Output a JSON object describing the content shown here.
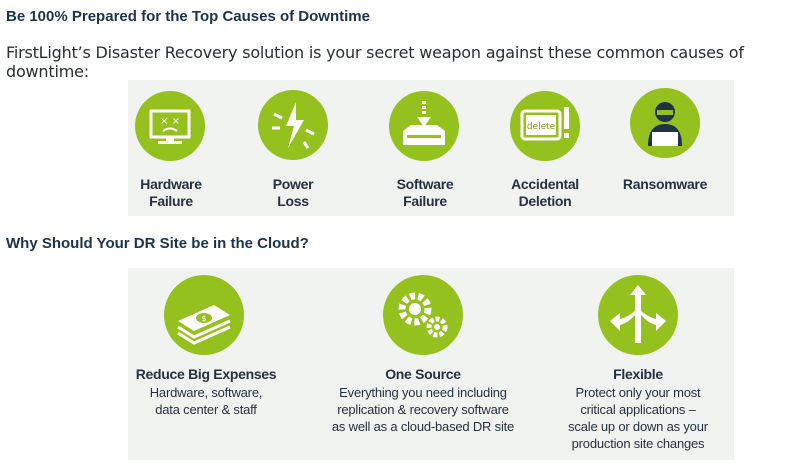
{
  "section1": {
    "title": "Be 100% Prepared for the Top Causes of Downtime",
    "intro": "FirstLight’s Disaster Recovery solution is your secret weapon against these common causes of downtime:",
    "causes": [
      {
        "line1": "Hardware",
        "line2": "Failure",
        "icon": "broken-monitor-icon"
      },
      {
        "line1": "Power",
        "line2": "Loss",
        "icon": "power-lightning-icon"
      },
      {
        "line1": "Software",
        "line2": "Failure",
        "icon": "software-install-icon"
      },
      {
        "line1": "Accidental",
        "line2": "Deletion",
        "icon": "delete-screen-icon",
        "icon_text": "delete"
      },
      {
        "line1": "Ransomware",
        "line2": "",
        "icon": "hacker-icon"
      }
    ]
  },
  "section2": {
    "title": "Why Should Your DR Site be in the Cloud?",
    "benefits": [
      {
        "title": "Reduce Big Expenses",
        "lines": [
          "Hardware, software,",
          "data center & staff"
        ],
        "icon": "money-stack-icon"
      },
      {
        "title": "One Source",
        "lines": [
          "Everything you need including",
          "replication & recovery software",
          "as well as a cloud-based DR site"
        ],
        "icon": "gears-icon"
      },
      {
        "title": "Flexible",
        "lines": [
          "Protect only your most",
          "critical applications –",
          "scale up or down as your",
          "production site changes"
        ],
        "icon": "arrows-split-icon"
      }
    ]
  },
  "colors": {
    "accent_green": "#95c11f",
    "icon_dark": "#1f3347",
    "panel_bg": "#f1f3f1"
  }
}
